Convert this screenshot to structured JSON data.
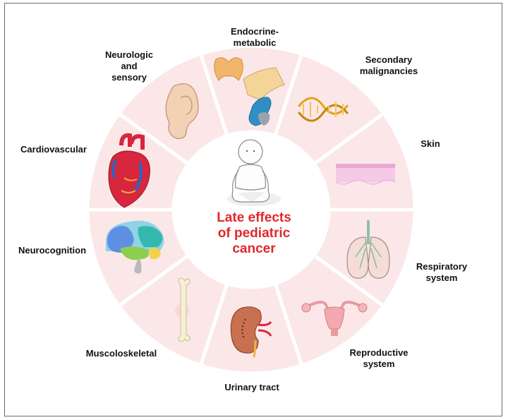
{
  "center": {
    "title": "Late effects\nof pediatric\ncancer"
  },
  "segments": [
    {
      "label": "Endocrine-\nmetabolic",
      "icon": "thyroid-pancreas-icon"
    },
    {
      "label": "Secondary\nmalignancies",
      "icon": "dna-icon"
    },
    {
      "label": "Skin",
      "icon": "skin-layer-icon"
    },
    {
      "label": "Respiratory\nsystem",
      "icon": "lungs-icon"
    },
    {
      "label": "Reproductive\nsystem",
      "icon": "uterus-icon"
    },
    {
      "label": "Urinary tract",
      "icon": "kidney-icon"
    },
    {
      "label": "Muscoloskeletal",
      "icon": "bone-icon"
    },
    {
      "label": "Neurocognition",
      "icon": "brain-icon"
    },
    {
      "label": "Cardiovascular",
      "icon": "heart-icon"
    },
    {
      "label": "Neurologic\nand\nsensory",
      "icon": "ear-icon"
    }
  ],
  "colors": {
    "ring": "#fbe7e8",
    "ring_line": "#ffffff",
    "title": "#e0282a",
    "border": "#6b6b6b"
  }
}
